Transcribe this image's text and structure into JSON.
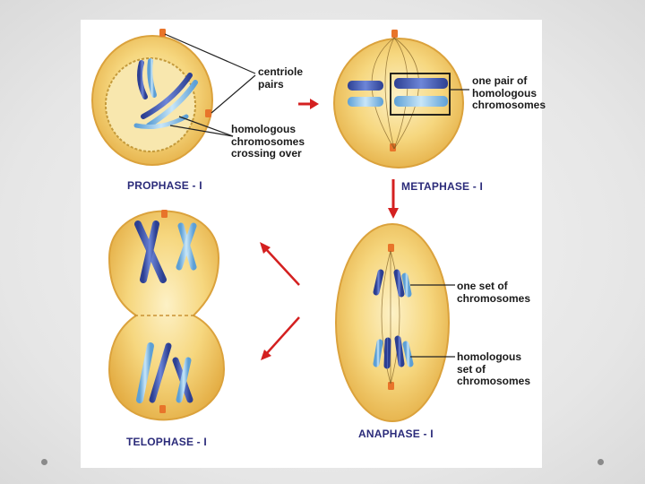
{
  "phases": {
    "prophase": "PROPHASE - I",
    "metaphase": "METAPHASE - I",
    "anaphase": "ANAPHASE - I",
    "telophase": "TELOPHASE - I"
  },
  "labels": {
    "centriole_pairs": "centriole\npairs",
    "homologous_crossing": "homologous\nchromosomes\ncrossing over",
    "one_pair_homologous": "one pair of\nhomologous\nchromosomes",
    "one_set": "one set of\nchromosomes",
    "homologous_set": "homologous\nset of\nchromosomes"
  },
  "colors": {
    "cell_fill": "#f4cf6b",
    "cell_edge": "#dca23c",
    "nucleus": "#f8e5a8",
    "centriole": "#e8742a",
    "chromosome_dark": "#3c56b0",
    "chromosome_light": "#8cc4ea",
    "arrow": "#d42020",
    "phase_text": "#2b2b7a"
  }
}
